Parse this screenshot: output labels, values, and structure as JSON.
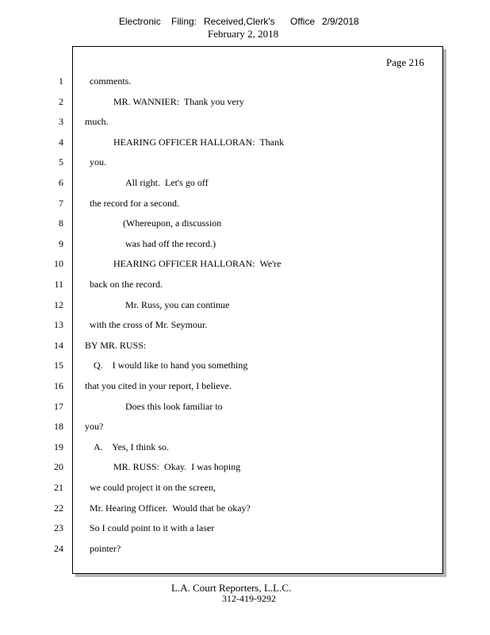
{
  "header": {
    "stamp": [
      "Electronic",
      "Filing:",
      "Received,Clerk's",
      "Office",
      "2/9/2018"
    ],
    "date": "February 2, 2018"
  },
  "page_label": "Page 216",
  "lines": [
    {
      "n": "1",
      "text": "comments."
    },
    {
      "n": "2",
      "text": "MR. WANNIER:  Thank you very"
    },
    {
      "n": "3",
      "text": "much."
    },
    {
      "n": "4",
      "text": "HEARING OFFICER HALLORAN:  Thank"
    },
    {
      "n": "5",
      "text": "you."
    },
    {
      "n": "6",
      "text": "All right.  Let's go off"
    },
    {
      "n": "7",
      "text": "the record for a second."
    },
    {
      "n": "8",
      "text": "(Whereupon, a discussion"
    },
    {
      "n": "9",
      "text": "was had off the record.)"
    },
    {
      "n": "10",
      "text": "HEARING OFFICER HALLORAN:  We're"
    },
    {
      "n": "11",
      "text": "back on the record."
    },
    {
      "n": "12",
      "text": "Mr. Russ, you can continue"
    },
    {
      "n": "13",
      "text": "with the cross of Mr. Seymour."
    },
    {
      "n": "14",
      "text": "BY MR. RUSS:"
    },
    {
      "n": "15",
      "text": "Q.    I would like to hand you something"
    },
    {
      "n": "16",
      "text": "that you cited in your report, I believe."
    },
    {
      "n": "17",
      "text": "Does this look familiar to"
    },
    {
      "n": "18",
      "text": "you?"
    },
    {
      "n": "19",
      "text": "A.    Yes, I think so."
    },
    {
      "n": "20",
      "text": "MR. RUSS:  Okay.  I was hoping"
    },
    {
      "n": "21",
      "text": "we could project it on the screen,"
    },
    {
      "n": "22",
      "text": "Mr. Hearing Officer.  Would that be okay?"
    },
    {
      "n": "23",
      "text": "So I could point to it with a laser"
    },
    {
      "n": "24",
      "text": "pointer?"
    }
  ],
  "footer": {
    "company": "L.A. Court Reporters, L.L.C.",
    "phone": "312-419-9292"
  }
}
